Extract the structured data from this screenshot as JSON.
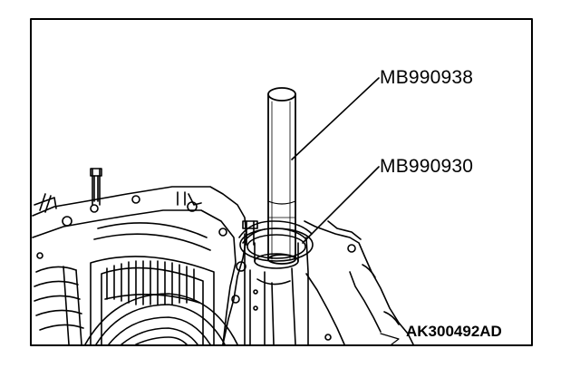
{
  "labels": {
    "tool_1": "MB990938",
    "tool_2": "MB990930",
    "figure_code": "AK300492AD"
  },
  "colors": {
    "line": "#000000",
    "background": "#ffffff"
  }
}
